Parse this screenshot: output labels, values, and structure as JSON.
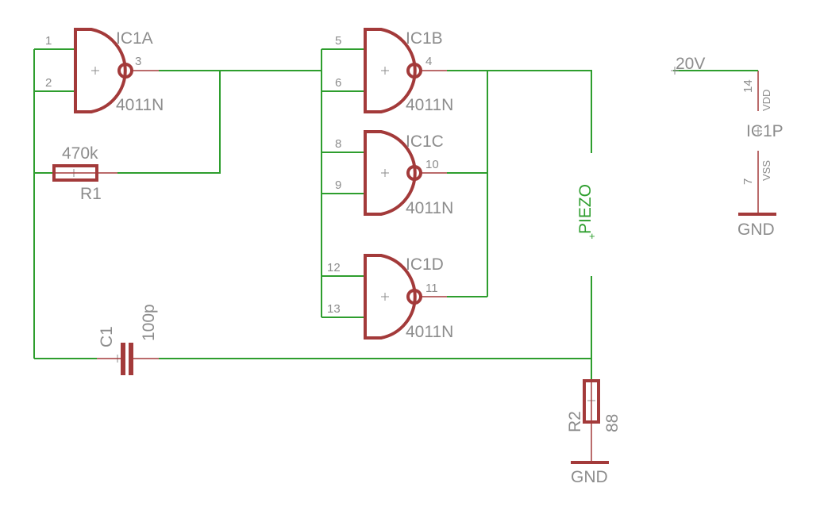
{
  "gates": [
    {
      "name": "IC1A",
      "type": "4011N",
      "in1": "1",
      "in2": "2",
      "out": "3"
    },
    {
      "name": "IC1B",
      "type": "4011N",
      "in1": "5",
      "in2": "6",
      "out": "4"
    },
    {
      "name": "IC1C",
      "type": "4011N",
      "in1": "8",
      "in2": "9",
      "out": "10"
    },
    {
      "name": "IC1D",
      "type": "4011N",
      "in1": "12",
      "in2": "13",
      "out": "11"
    }
  ],
  "r1": {
    "name": "R1",
    "value": "470k"
  },
  "r2": {
    "name": "R2",
    "value": "88"
  },
  "c1": {
    "name": "C1",
    "value": "100p"
  },
  "piezo": {
    "label": "PIEZO"
  },
  "power": {
    "supply": "20V",
    "part": "IC1P",
    "vdd_pin": "14",
    "vdd_label": "VDD",
    "vss_pin": "7",
    "vss_label": "VSS",
    "gnd": "GND"
  },
  "gnd_r2": "GND",
  "colors": {
    "wire": "#2e9e2e",
    "part": "#a33a3a",
    "text": "#8c8c8c"
  }
}
